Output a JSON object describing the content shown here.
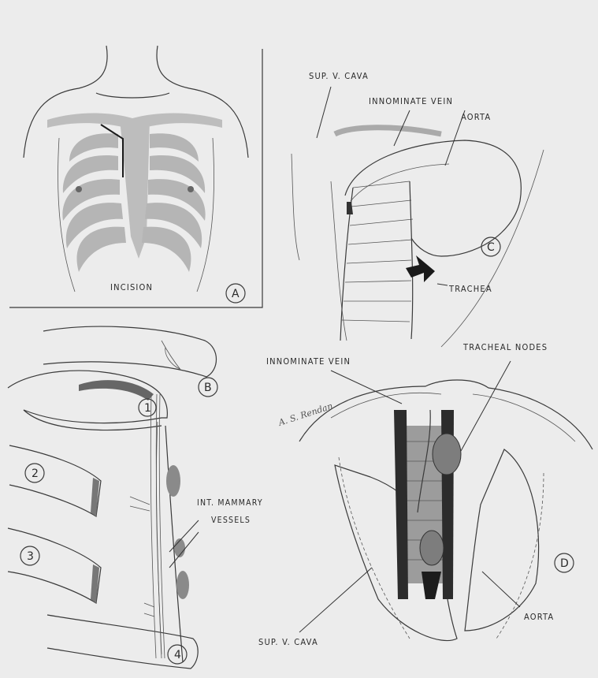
{
  "panels": {
    "a": {
      "letter": "A",
      "labels": {
        "incision": "INCISION"
      }
    },
    "b": {
      "letter": "B",
      "ribs": [
        "1",
        "2",
        "3",
        "4"
      ],
      "labels": {
        "int_mammary_1": "INT. MAMMARY",
        "int_mammary_2": "VESSELS"
      }
    },
    "c": {
      "letter": "C",
      "labels": {
        "sup_v_cava": "SUP. V. CAVA",
        "innominate_vein": "INNOMINATE VEIN",
        "aorta": "AORTA",
        "trachea": "TRACHEA"
      }
    },
    "d": {
      "letter": "D",
      "labels": {
        "innominate_vein": "INNOMINATE VEIN",
        "tracheal_nodes": "TRACHEAL NODES",
        "sup_v_cava": "SUP. V. CAVA",
        "aorta": "AORTA"
      },
      "signature": "A. S. Rendan"
    }
  },
  "colors": {
    "background": "#ececec",
    "ink": "#2a2a2a",
    "bone": "#b5b5b5"
  }
}
